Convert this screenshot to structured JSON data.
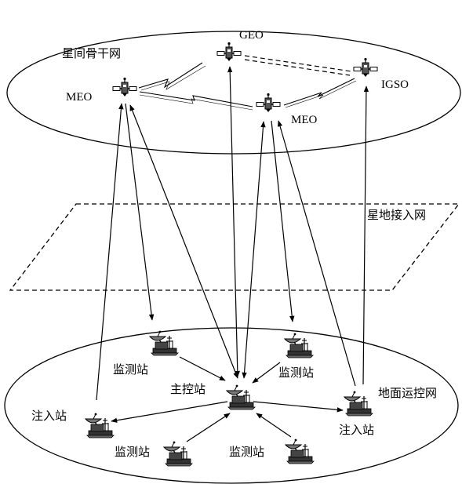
{
  "regions": {
    "space_backbone": "星间骨干网",
    "space_ground_access": "星地接入网",
    "ground_ops": "地面运控网"
  },
  "satellites": {
    "geo": "GEO",
    "meo_left": "MEO",
    "meo_right": "MEO",
    "igso": "IGSO"
  },
  "stations": {
    "master": "主控站",
    "injection_left": "注入站",
    "injection_right": "注入站",
    "monitor_top_left": "监测站",
    "monitor_top_right": "监测站",
    "monitor_bottom_left": "监测站",
    "monitor_bottom_right": "监测站"
  },
  "colors": {
    "ink": "#000000",
    "background": "#ffffff"
  },
  "icons": {
    "satellite": "satellite-icon",
    "ground_station": "dish-antenna-icon"
  }
}
